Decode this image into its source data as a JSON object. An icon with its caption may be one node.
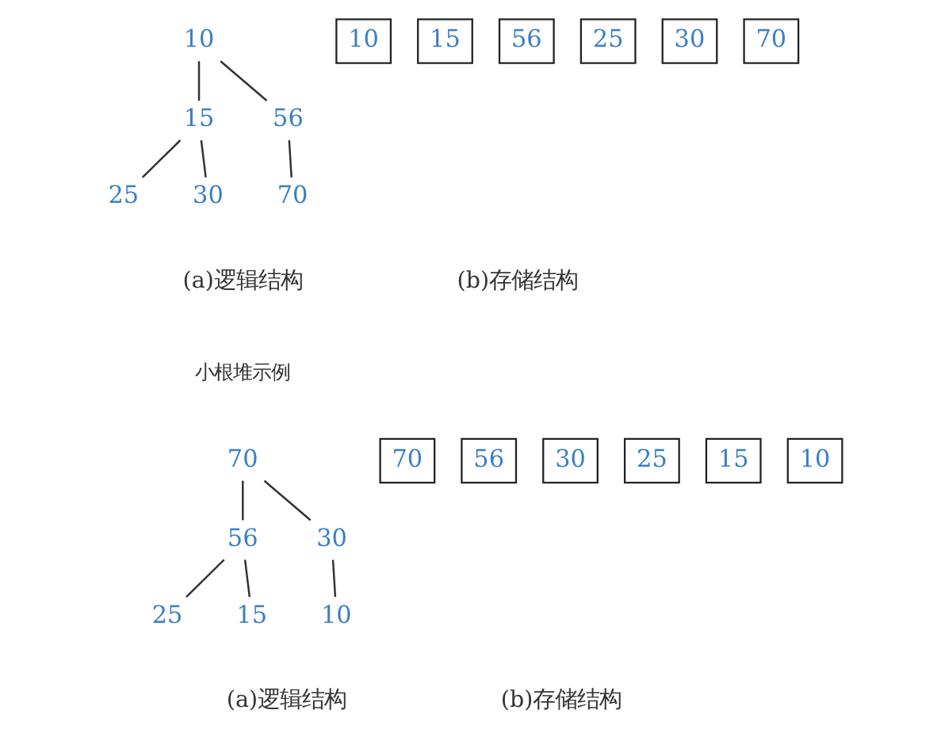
{
  "diagram": {
    "nodes": [
      {
        "text": [
          "10"
        ]
      },
      {
        "text": [
          "15"
        ]
      },
      {
        "text": [
          "56"
        ]
      },
      {
        "text": [
          "25"
        ]
      },
      {
        "text": [
          "30"
        ]
      },
      {
        "text": [
          "70"
        ]
      },
      {
        "text": [
          "10"
        ]
      },
      {
        "text": [
          "15"
        ]
      },
      {
        "text": [
          "56"
        ]
      },
      {
        "text": [
          "25"
        ]
      },
      {
        "text": [
          "30"
        ]
      },
      {
        "text": [
          "70"
        ]
      },
      {
        "text": [
          "70"
        ]
      },
      {
        "text": [
          "56"
        ]
      },
      {
        "text": [
          "30"
        ]
      },
      {
        "text": [
          "25"
        ]
      },
      {
        "text": [
          "15"
        ]
      },
      {
        "text": [
          "10"
        ]
      },
      {
        "text": [
          "70"
        ]
      },
      {
        "text": [
          "56"
        ]
      },
      {
        "text": [
          "30"
        ]
      },
      {
        "text": [
          "25"
        ]
      },
      {
        "text": [
          "15"
        ]
      },
      {
        "text": [
          "10"
        ]
      }
    ],
    "edges": [
      {
        "from": 0,
        "to": 1,
        "arrow": "none"
      },
      {
        "from": 0,
        "to": 2,
        "arrow": "none"
      },
      {
        "from": 1,
        "to": 3,
        "arrow": "none"
      },
      {
        "from": 1,
        "to": 4,
        "arrow": "none"
      },
      {
        "from": 2,
        "to": 5,
        "arrow": "none"
      },
      {
        "from": 12,
        "to": 13,
        "arrow": "none"
      },
      {
        "from": 12,
        "to": 14,
        "arrow": "none"
      },
      {
        "from": 13,
        "to": 15,
        "arrow": "none"
      },
      {
        "from": 13,
        "to": 16,
        "arrow": "none"
      },
      {
        "from": 14,
        "to": 17,
        "arrow": "none"
      }
    ],
    "labels": [
      "(a)逻辑结构",
      "(b)存储结构",
      "小根堆示例",
      "(a)逻辑结构",
      "(b)存储结构"
    ]
  }
}
